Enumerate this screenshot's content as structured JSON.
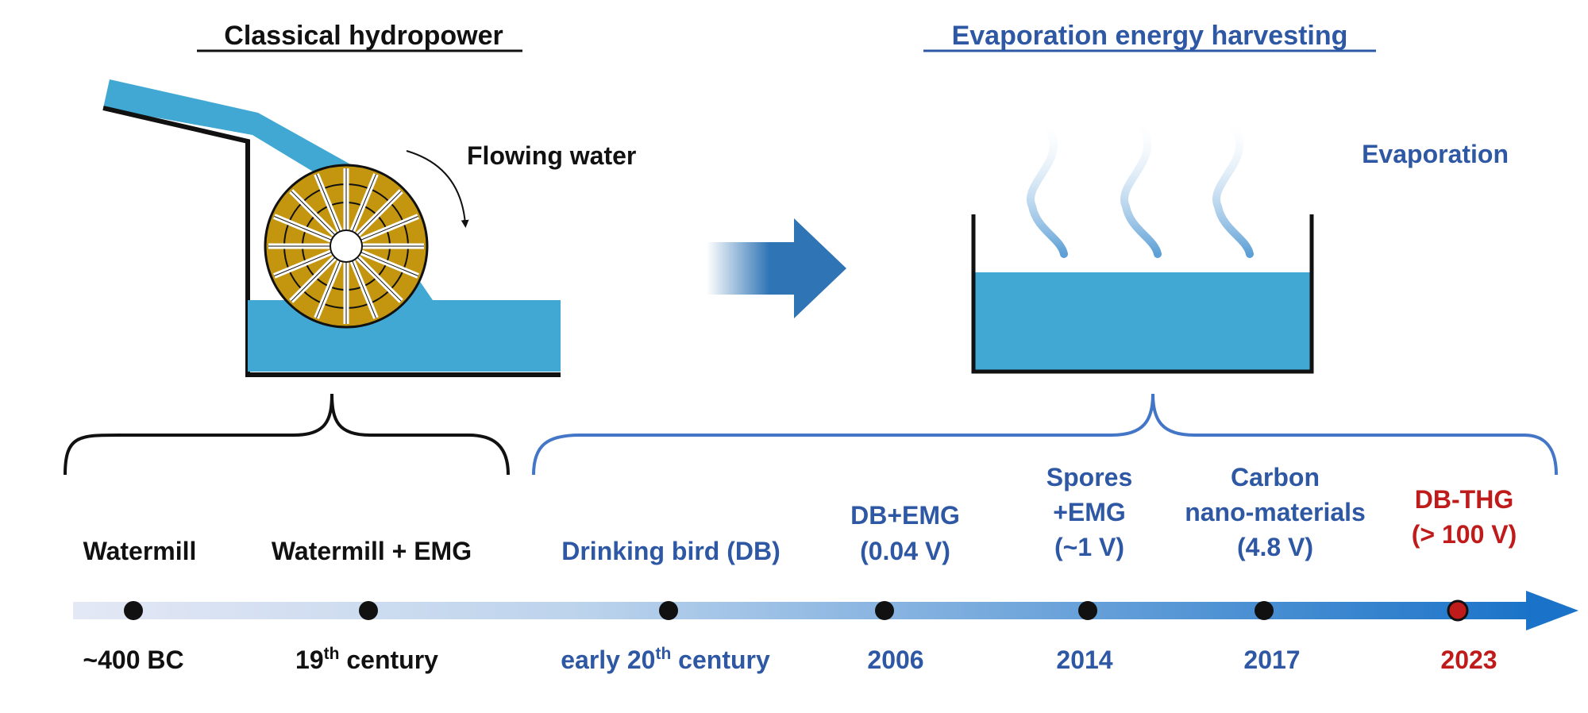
{
  "headings": {
    "left": "Classical  hydropower",
    "right": "Evaporation energy harvesting"
  },
  "labels": {
    "flowing_water": "Flowing water",
    "evaporation": "Evaporation"
  },
  "colors": {
    "water": "#41a8d4",
    "wheel": "#c4960f",
    "blue_text": "#2e58a4",
    "red_text": "#c01b1b",
    "arrow": "#2f74b5",
    "bracket_blue": "#4476c7"
  },
  "timeline": {
    "events": [
      {
        "lines": [
          "Watermill"
        ],
        "date": "~400 BC",
        "color": "black"
      },
      {
        "lines": [
          "Watermill + EMG"
        ],
        "date_main": "19",
        "date_sup": "th",
        "date_rest": " century",
        "color": "black"
      },
      {
        "lines": [
          "Drinking bird (DB)"
        ],
        "date_main": "early 20",
        "date_sup": "th",
        "date_rest": " century",
        "color": "blue"
      },
      {
        "lines": [
          "DB+EMG",
          "(0.04 V)"
        ],
        "date": "2006",
        "color": "blue"
      },
      {
        "lines": [
          "Spores",
          "+EMG",
          "(~1 V)"
        ],
        "date": "2014",
        "color": "blue"
      },
      {
        "lines": [
          "Carbon",
          "nano-materials",
          "(4.8 V)"
        ],
        "date": "2017",
        "color": "blue"
      },
      {
        "lines": [
          "DB-THG",
          "(> 100 V)"
        ],
        "date": "2023",
        "color": "red"
      }
    ]
  }
}
